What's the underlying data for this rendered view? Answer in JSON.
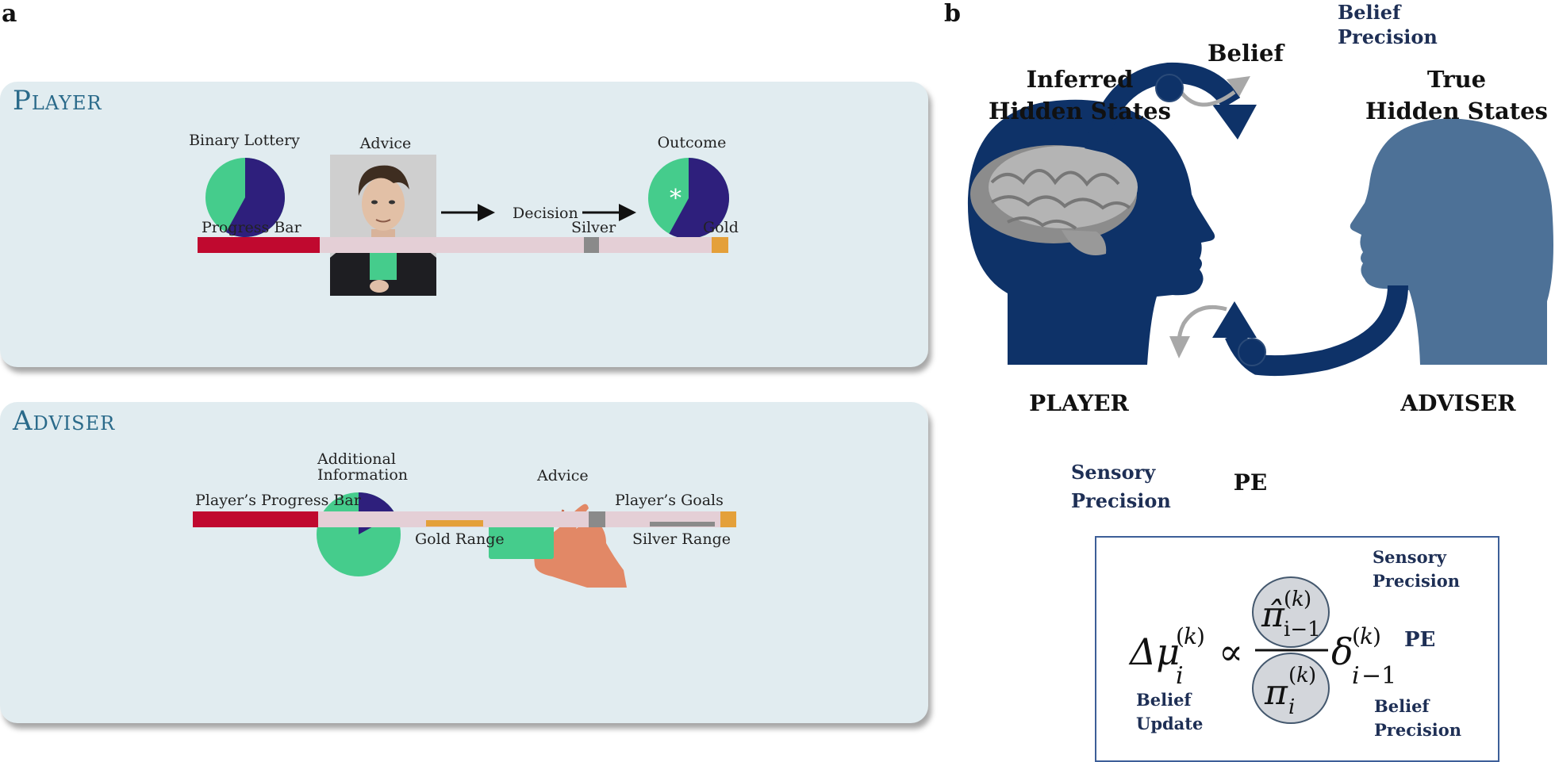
{
  "panels": {
    "a": "a",
    "b": "b"
  },
  "player": {
    "title": "Player",
    "binary_lottery": "Binary Lottery",
    "advice": "Advice",
    "decision": "Decision",
    "outcome": "Outcome",
    "progress_bar": "Progress Bar",
    "silver": "Silver",
    "gold": "Gold",
    "outcome_marker": "*",
    "lottery_pie_green_fraction": 0.42,
    "outcome_pie_green_fraction": 0.42
  },
  "adviser": {
    "title": "Adviser",
    "additional_information": "Additional\nInformation",
    "advice": "Advice",
    "players_progress_bar": "Player’s  Progress Bar",
    "players_goals": "Player’s Goals",
    "gold_range": "Gold Range",
    "silver_range": "Silver Range",
    "info_pie_green_fraction": 0.83
  },
  "diagram": {
    "inferred_hidden_states": "Inferred\nHidden States",
    "true_hidden_states": "True\nHidden States",
    "belief": "Belief",
    "belief_precision": "Belief\nPrecision",
    "player": "PLAYER",
    "adviser": "ADVISER",
    "pe": "PE",
    "sensory_precision": "Sensory\nPrecision"
  },
  "equation": {
    "belief_update": "Belief\nUpdate",
    "sensory_precision": "Sensory\nPrecision",
    "belief_precision": "Belief\nPrecision",
    "pe": "PE"
  },
  "colors": {
    "green": "#45cc8c",
    "purple": "#2e1f7c",
    "red": "#c0092f",
    "pink": "#e4cfd6",
    "silver": "#8a8a8a",
    "gold": "#e4a03a",
    "navy": "#0e3268",
    "slate": "#4d7197",
    "card_bg": "#e1ecf0",
    "title_blue": "#2a6a8a"
  }
}
